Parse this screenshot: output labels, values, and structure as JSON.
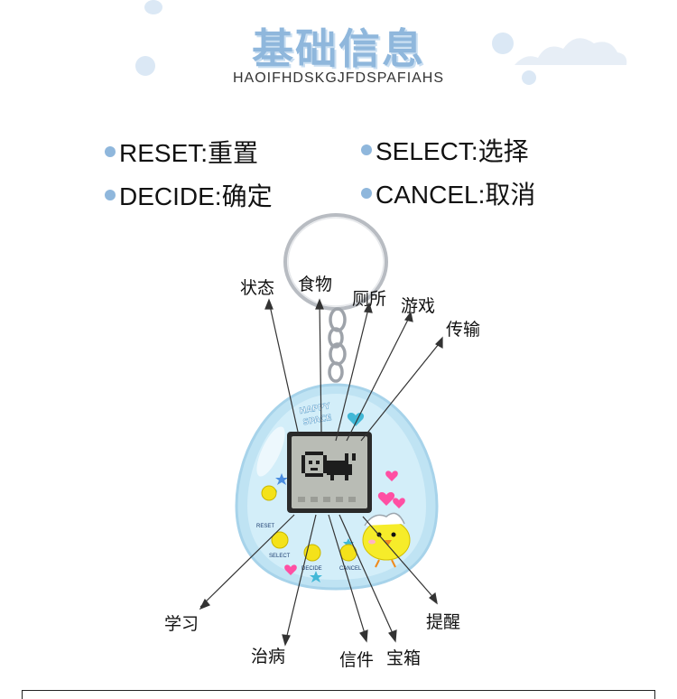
{
  "header": {
    "title": "基础信息",
    "subtitle": "HAOIFHDSKGJFDSPAFIAHS"
  },
  "legend": [
    {
      "key": "RESET",
      "value": "重置",
      "text": "RESET:重置"
    },
    {
      "key": "SELECT",
      "value": "选择",
      "text": "SELECT:选择"
    },
    {
      "key": "DECIDE",
      "value": "确定",
      "text": "DECIDE:确定"
    },
    {
      "key": "CANCEL",
      "value": "取消",
      "text": "CANCEL:取消"
    }
  ],
  "callouts": {
    "status": "状态",
    "food": "食物",
    "toilet": "厕所",
    "game": "游戏",
    "transfer": "传输",
    "study": "学习",
    "cure": "治病",
    "letter": "信件",
    "treasure": "宝箱",
    "remind": "提醒"
  },
  "device": {
    "logo_top": "HAPPY",
    "logo_bottom": "SPACE",
    "button_labels": {
      "reset": "RESET",
      "select": "SELECT",
      "decide": "DECIDE",
      "cancel": "CANCEL"
    }
  },
  "colors": {
    "accent": "#8fb7dc",
    "shell": "#bfe3f3",
    "button": "#f4e21a",
    "screen": "#b9bcb5"
  }
}
